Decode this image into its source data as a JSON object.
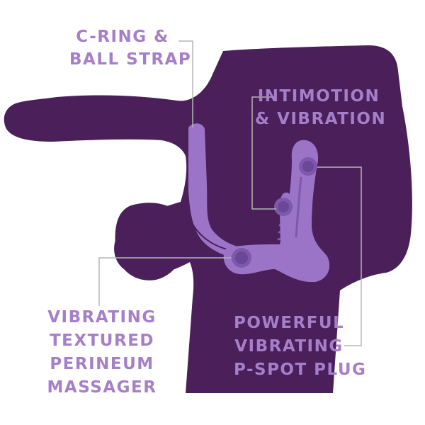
{
  "labels": {
    "cring": {
      "line1": "C-RING &",
      "line2": "BALL STRAP"
    },
    "intimotion": {
      "line1": "INTIMOTION",
      "line2": "& VIBRATION"
    },
    "perineum": {
      "line1": "VIBRATING",
      "line2": "TEXTURED",
      "line3": "PERINEUM",
      "line4": "MASSAGER"
    },
    "pspot": {
      "line1": "POWERFUL",
      "line2": "VIBRATING",
      "line3": "P-SPOT PLUG"
    }
  },
  "colors": {
    "body": "#4a1f5a",
    "device": "#9b74c8",
    "device_dark": "#7e58ad",
    "label": "#a67fc9",
    "leader_line": "#b5b5b5"
  }
}
